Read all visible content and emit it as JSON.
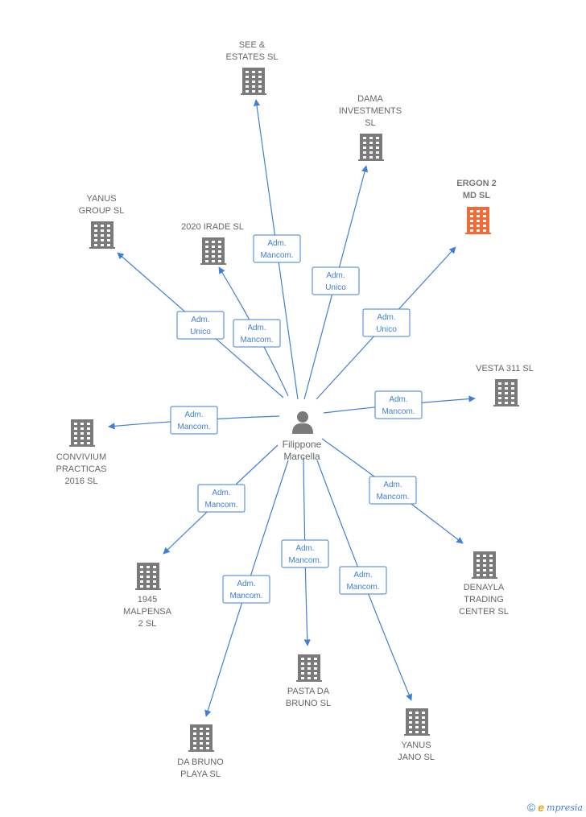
{
  "center": {
    "name_lines": [
      "Filippone",
      "Marcella"
    ]
  },
  "companies": [
    {
      "id": "see",
      "lines": [
        "SEE &",
        "ESTATES SL"
      ],
      "highlight": false
    },
    {
      "id": "dama",
      "lines": [
        "DAMA",
        "INVESTMENTS",
        "SL"
      ],
      "highlight": false
    },
    {
      "id": "ergon",
      "lines": [
        "ERGON 2",
        "MD  SL"
      ],
      "highlight": true
    },
    {
      "id": "yanus-group",
      "lines": [
        "YANUS",
        "GROUP  SL"
      ],
      "highlight": false
    },
    {
      "id": "irade",
      "lines": [
        "2020 IRADE SL"
      ],
      "highlight": false
    },
    {
      "id": "vesta",
      "lines": [
        "VESTA 311 SL"
      ],
      "highlight": false
    },
    {
      "id": "convivium",
      "lines": [
        "CONVIVIUM",
        "PRACTICAS",
        "2016  SL"
      ],
      "highlight": false
    },
    {
      "id": "malpensa",
      "lines": [
        "1945",
        "MALPENSA",
        "2 SL"
      ],
      "highlight": false
    },
    {
      "id": "denayla",
      "lines": [
        "DENAYLA",
        "TRADING",
        "CENTER SL"
      ],
      "highlight": false
    },
    {
      "id": "pasta",
      "lines": [
        "PASTA DA",
        "BRUNO SL"
      ],
      "highlight": false
    },
    {
      "id": "dabruno",
      "lines": [
        "DA BRUNO",
        "PLAYA SL"
      ],
      "highlight": false
    },
    {
      "id": "yanus-jano",
      "lines": [
        "YANUS",
        "JANO  SL"
      ],
      "highlight": false
    }
  ],
  "relations": [
    {
      "to": "see",
      "lines": [
        "Adm.",
        "Mancom."
      ]
    },
    {
      "to": "dama",
      "lines": [
        "Adm.",
        "Unico"
      ]
    },
    {
      "to": "ergon",
      "lines": [
        "Adm.",
        "Unico"
      ]
    },
    {
      "to": "yanus-group",
      "lines": [
        "Adm.",
        "Unico"
      ]
    },
    {
      "to": "irade",
      "lines": [
        "Adm.",
        "Mancom."
      ]
    },
    {
      "to": "vesta",
      "lines": [
        "Adm.",
        "Mancom."
      ]
    },
    {
      "to": "convivium",
      "lines": [
        "Adm.",
        "Mancom."
      ]
    },
    {
      "to": "malpensa",
      "lines": [
        "Adm.",
        "Mancom."
      ]
    },
    {
      "to": "denayla",
      "lines": [
        "Adm.",
        "Mancom."
      ]
    },
    {
      "to": "pasta",
      "lines": [
        "Adm.",
        "Mancom."
      ]
    },
    {
      "to": "dabruno",
      "lines": [
        "Adm.",
        "Mancom."
      ]
    },
    {
      "to": "yanus-jano",
      "lines": [
        "Adm.",
        "Mancom."
      ]
    }
  ],
  "colors": {
    "edge": "#3f7fd6",
    "building": "#7a7a7a",
    "building_highlight": "#f26a35",
    "person": "#7a7a7a"
  },
  "branding": {
    "copyright": "©",
    "logo_initial": "e",
    "logo_rest": "mpresia"
  }
}
